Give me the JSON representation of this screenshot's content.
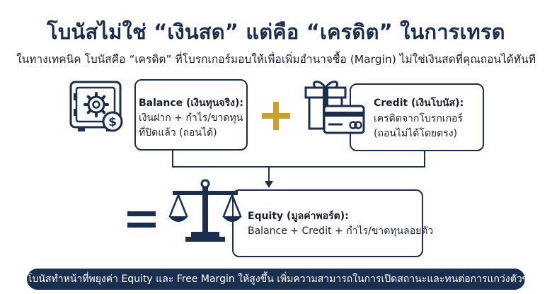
{
  "title": "โบนัสไม่ใช่ “เงินสด” แต่คือ “เครดิต” ในการเทรด",
  "subtitle": "ในทางเทคนิค โบนัสคือ “เครดิต” ที่โบรกเกอร์มอบให้เพื่อเพิ่มอำนาจซื้อ (Margin) ไม่ใช่เงินสดที่คุณถอนได้ทันที",
  "balance": {
    "heading": "Balance (เงินทุนจริง):",
    "line1": "เงินฝาก + กำไร/ขาดทุน",
    "line2": "ที่ปิดแล้ว (ถอนได้)",
    "icon": "safe-gear-dollar-icon"
  },
  "operator_plus": "+",
  "credit": {
    "heading": "Credit (เงินโบนัส):",
    "line1": "เครดิตจากโบรกเกอร์",
    "line2": "(ถอนไม่ได้โดยตรง)",
    "icon": "gift-card-icon"
  },
  "operator_equals": "=",
  "equity": {
    "heading": "Equity (มูลค่าพอร์ต):",
    "line1": "Balance + Credit + กำไร/ขาดทุนลอยตัว",
    "icon": "balance-scale-icon"
  },
  "footer": "โบนัสทำหน้าที่พยุงค่า Equity และ Free Margin ให้สูงขึ้น เพิ่มความสามารถในการเปิดสถานะและทนต่อการแกว่งตัวของราคา",
  "colors": {
    "navy": "#1c2e4f",
    "gold": "#c9a227",
    "text": "#1a1f2b",
    "background": "#ffffff"
  }
}
